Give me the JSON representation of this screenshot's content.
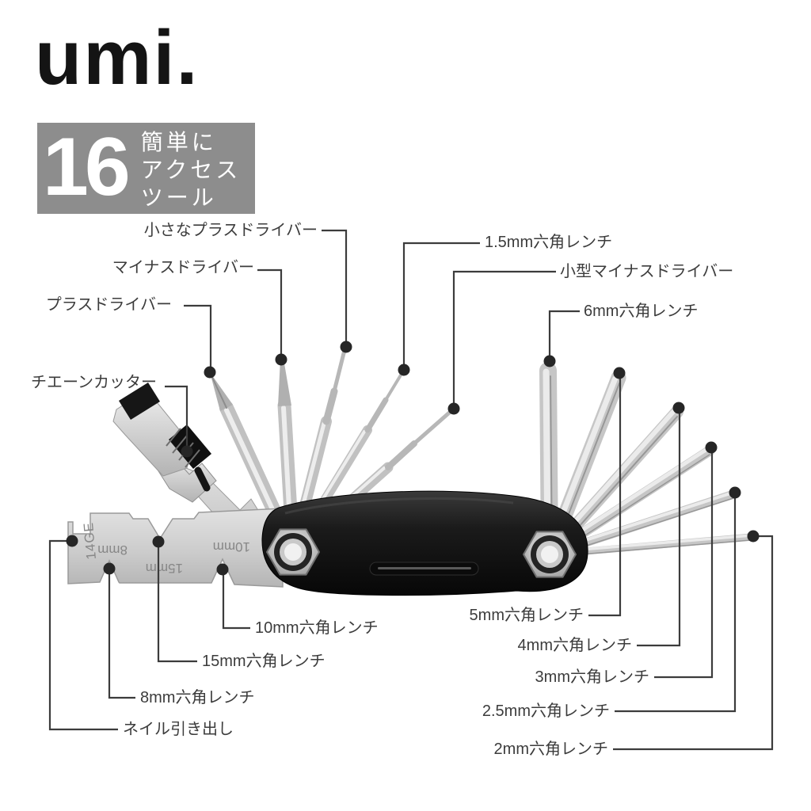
{
  "brand": {
    "logo": "umi."
  },
  "badge": {
    "count": "16",
    "line1": "簡単に",
    "line2": "アクセス",
    "line3": "ツール"
  },
  "callouts": {
    "small_phillips": "小さなプラスドライバー",
    "flathead": "マイナスドライバー",
    "phillips": "プラスドライバー",
    "chain_cutter": "チエーンカッター",
    "hex_1_5": "1.5mm六角レンチ",
    "small_flathead": "小型マイナスドライバー",
    "hex_6": "6mm六角レンチ",
    "hex_10": "10mm六角レンチ",
    "hex_15": "15mm六角レンチ",
    "hex_8": "8mm六角レンチ",
    "nail_puller": "ネイル引き出し",
    "hex_5": "5mm六角レンチ",
    "hex_4": "4mm六角レンチ",
    "hex_3": "3mm六角レンチ",
    "hex_2_5": "2.5mm六角レンチ",
    "hex_2": "2mm六角レンチ"
  },
  "plate_markings": {
    "m14ge": "14GE",
    "m8": "8mm",
    "m15": "15mm",
    "m10": "10mm"
  },
  "colors": {
    "background": "#ffffff",
    "badge_gray": "#8d8d8d",
    "label_text": "#3c3c3c",
    "callout_line": "#3c3c3c",
    "body_black": "#161616",
    "metal_light": "#e8e8e8",
    "metal_dark": "#b9b9b9"
  }
}
